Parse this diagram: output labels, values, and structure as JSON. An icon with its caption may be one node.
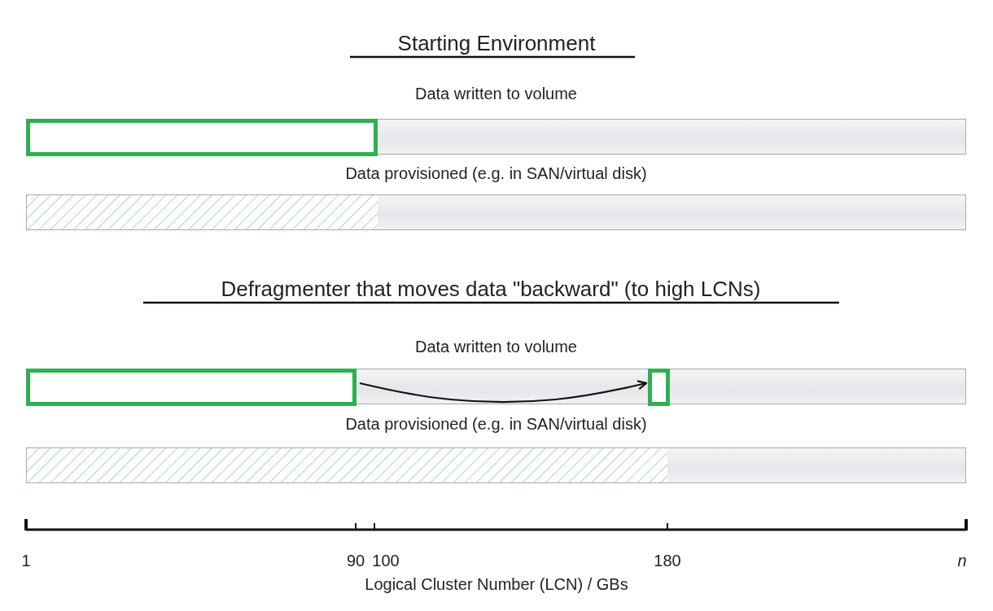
{
  "diagram": {
    "nodes": [
      {
        "text": [
          "Data written to volume"
        ]
      },
      {
        "text": [],
        "shape": "box",
        "in": 0
      },
      {
        "text": [
          "Data provisioned (e.g. in SAN/virtual disk)"
        ]
      },
      {
        "text": [],
        "shape": "bar",
        "in": 2
      },
      {
        "text": [
          "Data written to volume"
        ]
      },
      {
        "text": [],
        "shape": "box",
        "in": 4
      },
      {
        "text": [],
        "shape": "box",
        "in": 4
      },
      {
        "text": [
          "Data provisioned (e.g. in SAN/virtual disk)"
        ]
      },
      {
        "text": [],
        "shape": "bar",
        "in": 7
      }
    ],
    "edges": [
      {
        "from": 5,
        "to": 6,
        "arrow": "to"
      }
    ],
    "labels": [
      "Starting Environment",
      "Defragmenter that moves data \"backward\" (to high LCNs)",
      "1",
      "90",
      "100",
      "180",
      "n",
      "Logical Cluster Number (LCN) / GBs"
    ]
  }
}
